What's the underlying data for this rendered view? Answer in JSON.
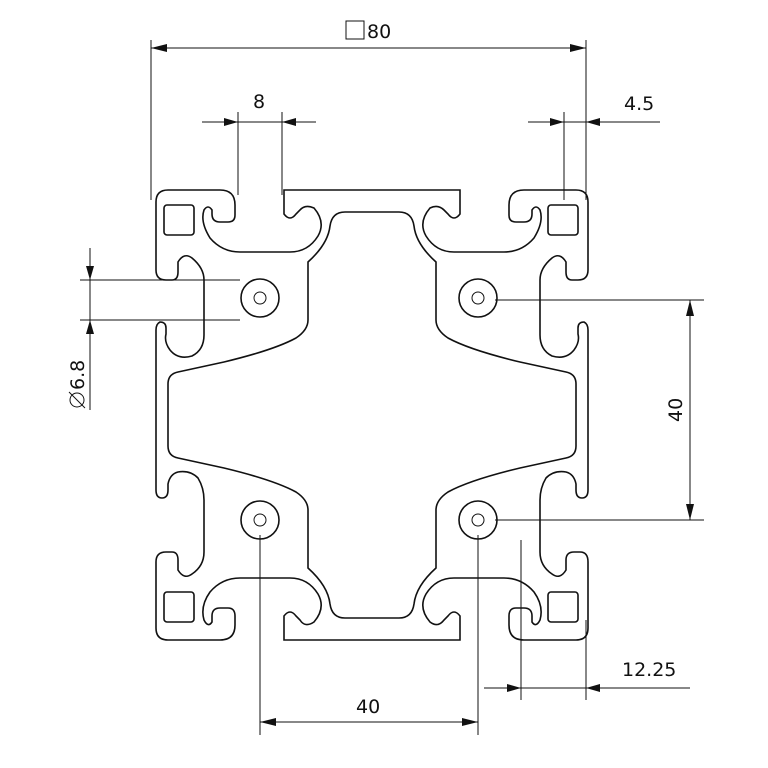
{
  "dimensions": {
    "width_label": "80",
    "width_prefix_symbol": "square-icon",
    "slot_label": "8",
    "lip_label": "4.5",
    "hole_label": "6.8",
    "hole_prefix_symbol": "diameter-icon",
    "vertical_pitch_label": "40",
    "horizontal_pitch_label": "40",
    "edge_offset_label": "12.25"
  }
}
